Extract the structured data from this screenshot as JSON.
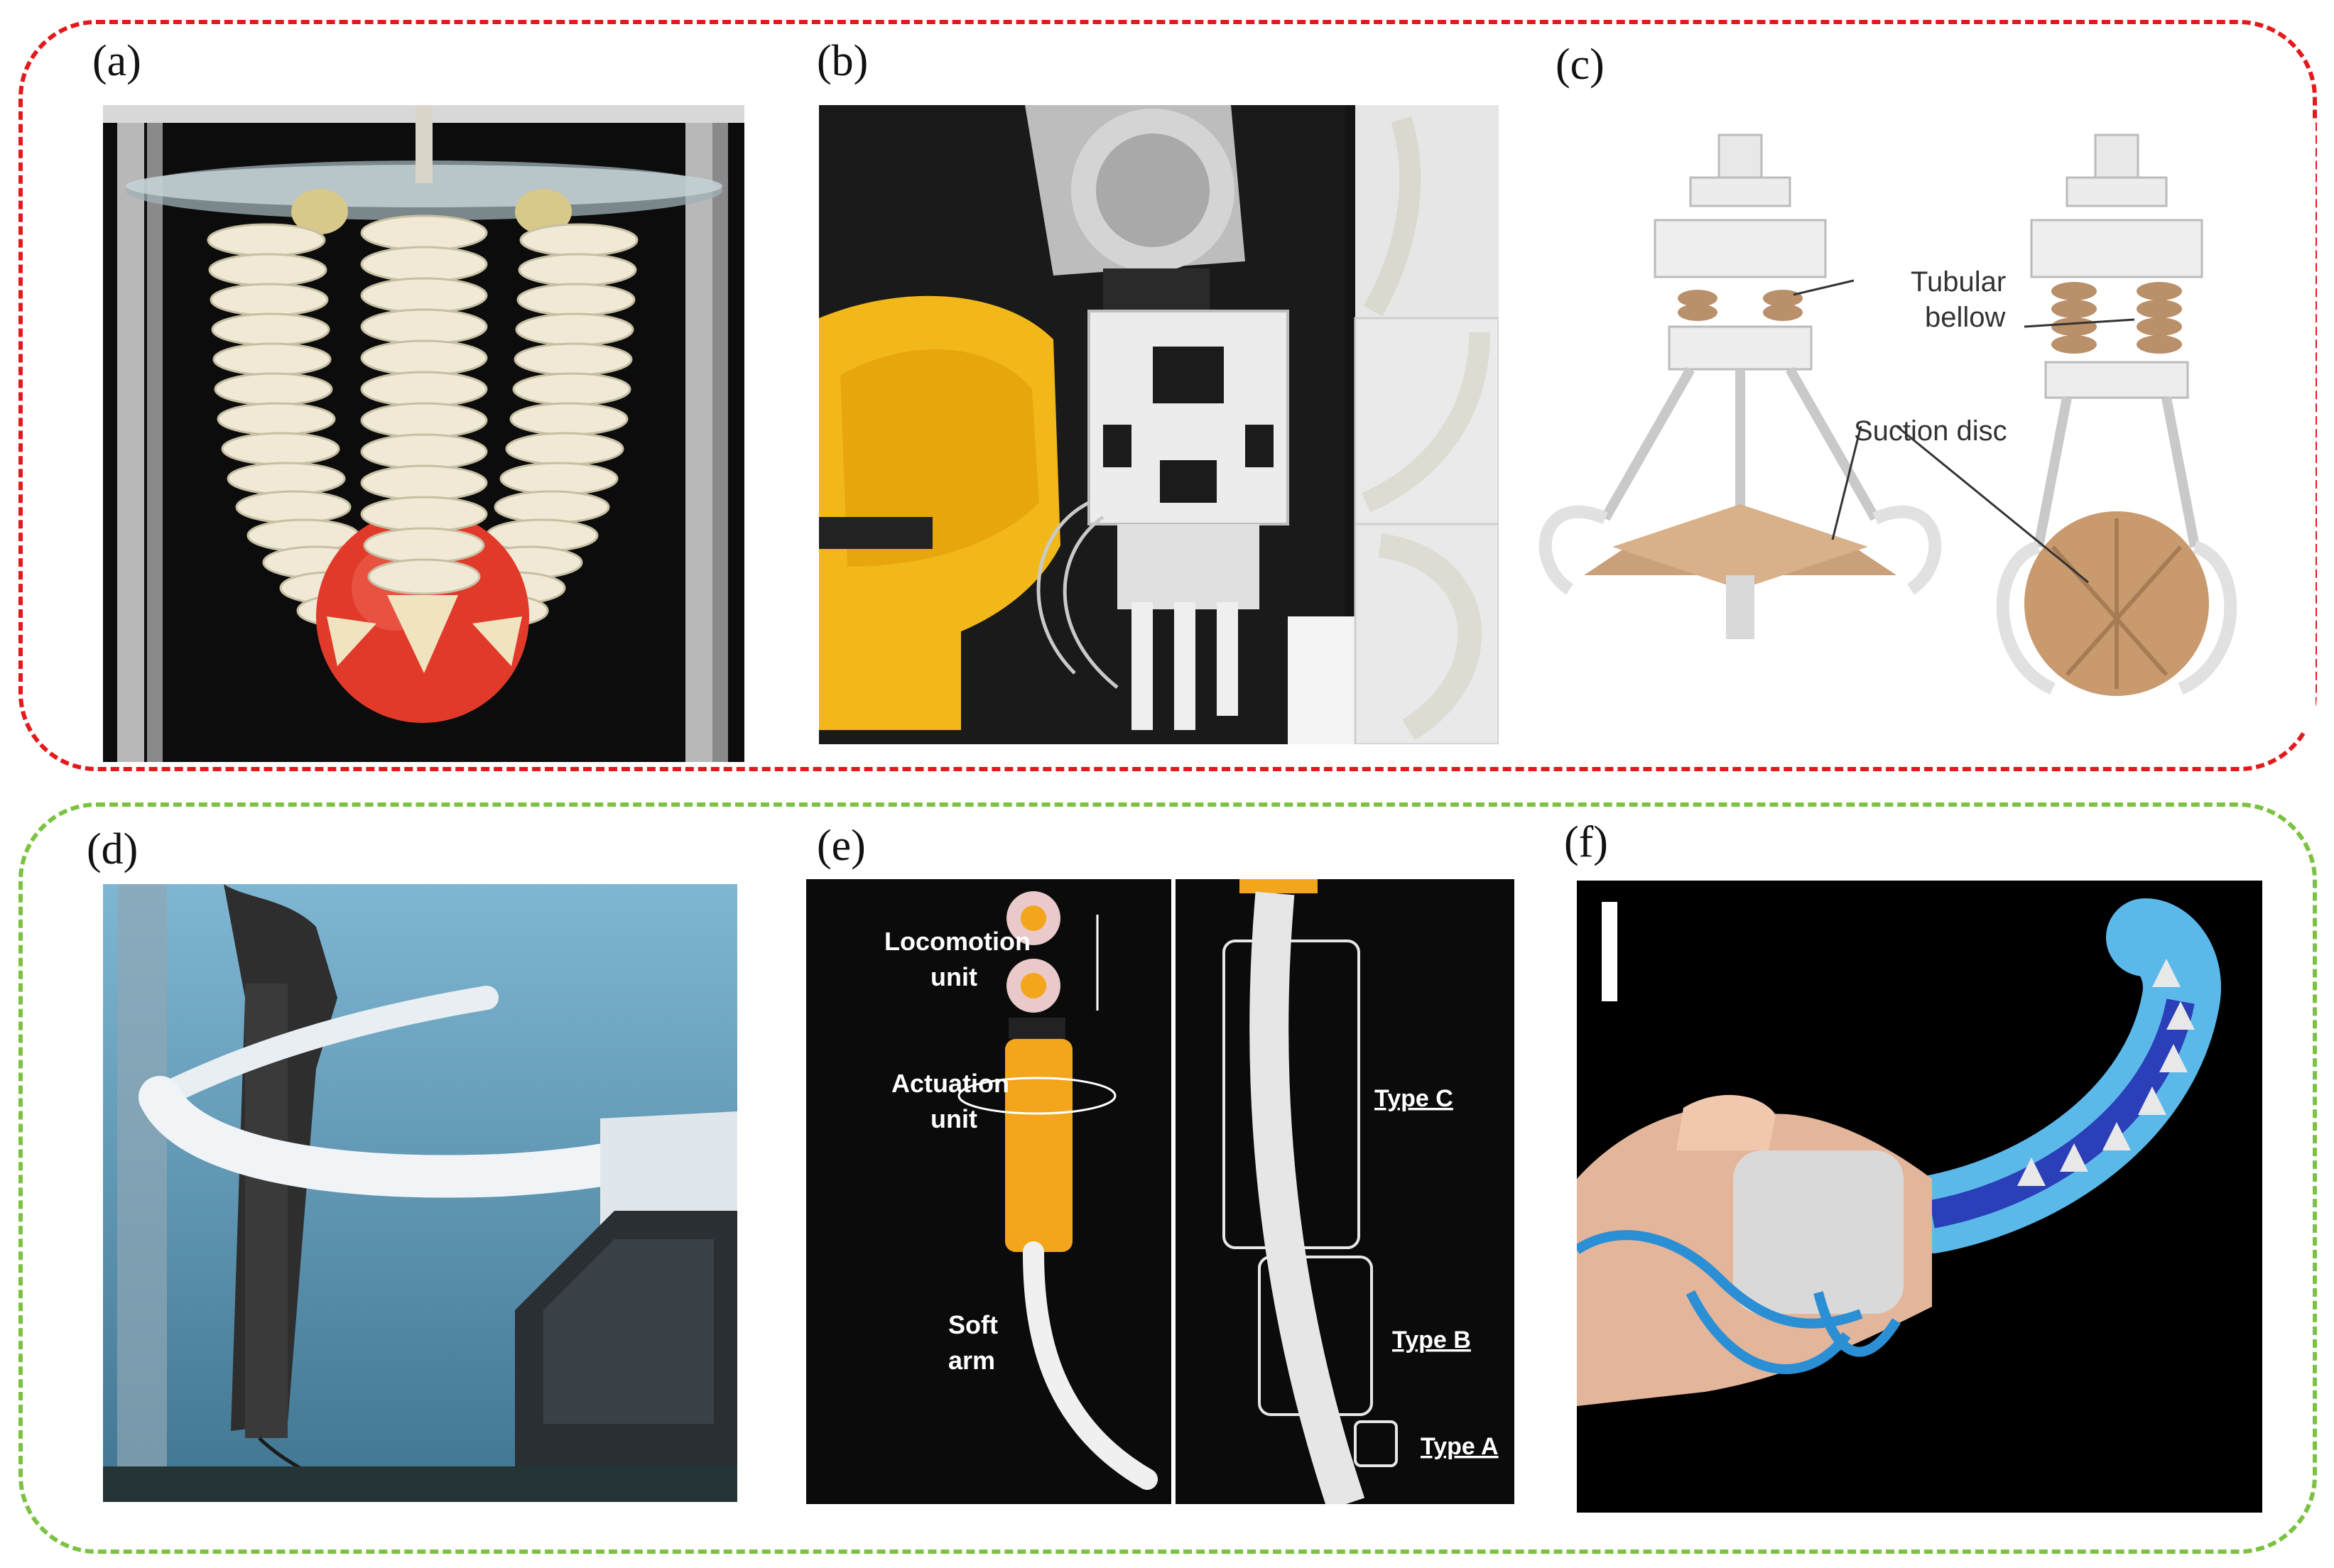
{
  "colors": {
    "top_group_border": "#e3191c",
    "bottom_group_border": "#7cc242",
    "background": "#ffffff"
  },
  "panels": {
    "a": {
      "label": "(a)"
    },
    "b": {
      "label": "(b)"
    },
    "c": {
      "label": "(c)",
      "annotations": {
        "tubular_line1": "Tubular",
        "tubular_line2": "bellow",
        "suction": "Suction disc"
      }
    },
    "d": {
      "label": "(d)"
    },
    "e": {
      "label": "(e)",
      "annotations": {
        "locomotion_line1": "Locomotion",
        "locomotion_line2": "unit",
        "actuation_line1": "Actuation",
        "actuation_line2": "unit",
        "soft_line1": "Soft",
        "soft_line2": "arm",
        "type_c": "Type C",
        "type_b": "Type B",
        "type_a": "Type A"
      }
    },
    "f": {
      "label": "(f)"
    }
  }
}
